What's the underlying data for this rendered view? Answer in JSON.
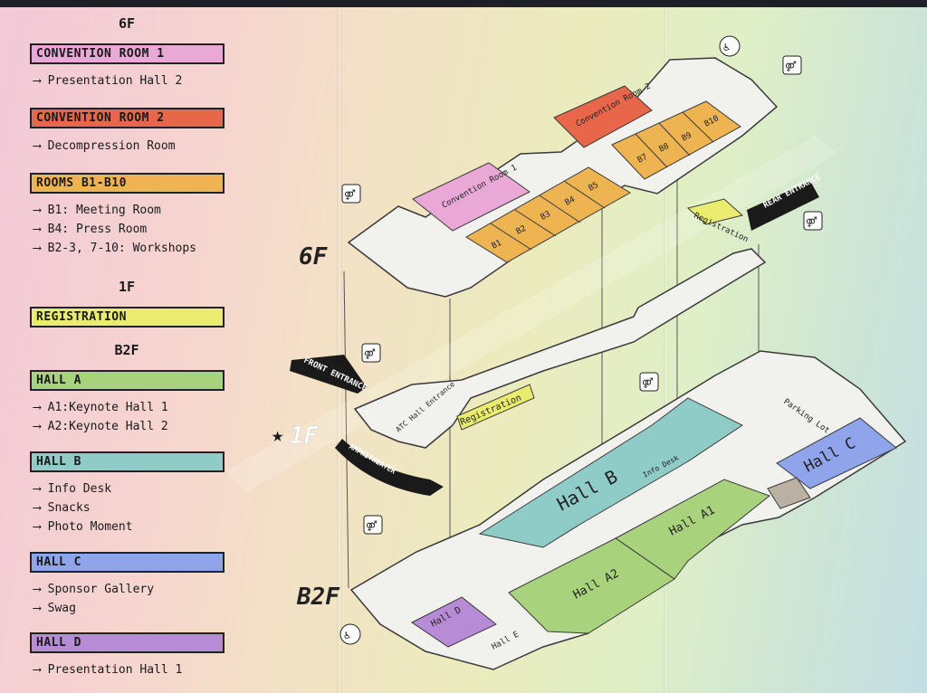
{
  "legend": {
    "floor_6f": "6F",
    "floor_1f": "1F",
    "floor_b2f": "B2F",
    "entries": [
      {
        "title": "CONVENTION ROOM 1",
        "color": "#e9a8d6",
        "items": [
          "⟶ Presentation Hall 2"
        ]
      },
      {
        "title": "CONVENTION ROOM 2",
        "color": "#e8664a",
        "items": [
          "⟶ Decompression Room"
        ]
      },
      {
        "title": "ROOMS B1-B10",
        "color": "#efb452",
        "items": [
          "⟶ B1: Meeting Room",
          "⟶ B4: Press Room",
          "⟶ B2-3, 7-10: Workshops"
        ]
      },
      {
        "title": "REGISTRATION",
        "color": "#e9ec6e",
        "items": []
      },
      {
        "title": "HALL A",
        "color": "#a8d27c",
        "items": [
          "⟶ A1:Keynote Hall 1",
          "⟶ A2:Keynote Hall 2"
        ]
      },
      {
        "title": "HALL B",
        "color": "#8fcbc7",
        "items": [
          "⟶ Info Desk",
          "⟶ Snacks",
          "⟶ Photo Moment"
        ]
      },
      {
        "title": "HALL C",
        "color": "#8fa4ea",
        "items": [
          "⟶ Sponsor Gallery",
          "⟶ Swag"
        ]
      },
      {
        "title": "HALL D",
        "color": "#b78bd6",
        "items": [
          "⟶ Presentation Hall 1"
        ]
      }
    ]
  },
  "map": {
    "floor_6f_label": "6F",
    "floor_1f_label": "1F",
    "floor_b2f_label": "B2F",
    "convention_room_1": "Convention Room 1",
    "convention_room_2": "Convention Room 2",
    "rooms_b1_b5": [
      "B1",
      "B2",
      "B3",
      "B4",
      "B5"
    ],
    "rooms_b7_b10": [
      "B7",
      "B8",
      "B9",
      "B10"
    ],
    "registration_6f": "Registration",
    "rear_entrance": "REAR ENTRANCE",
    "front_entrance": "FRONT ENTRANCE",
    "amphitheater": "AMPHITHEATER",
    "registration_1f": "Registration",
    "atc_hall_entrance": "ATC Hall Entrance",
    "hall_b": "Hall B",
    "info_desk": "Info Desk",
    "hall_a1": "Hall A1",
    "hall_a2": "Hall A2",
    "hall_c": "Hall C",
    "hall_d": "Hall D",
    "hall_e": "Hall E",
    "parking_lot": "Parking Lot",
    "colors": {
      "convention_room_1": "#e9a8d6",
      "convention_room_2": "#e8664a",
      "rooms": "#efb452",
      "registration": "#e9ec6e",
      "hall_a": "#a8d27c",
      "hall_b": "#8fcbc7",
      "hall_c": "#8fa4ea",
      "hall_d": "#b78bd6",
      "floor": "#f1f1ee",
      "outline": "#3a3a3a"
    },
    "icons": [
      "restroom-icon",
      "accessible-restroom-icon",
      "entrance-arrow-icon",
      "star-icon"
    ]
  }
}
